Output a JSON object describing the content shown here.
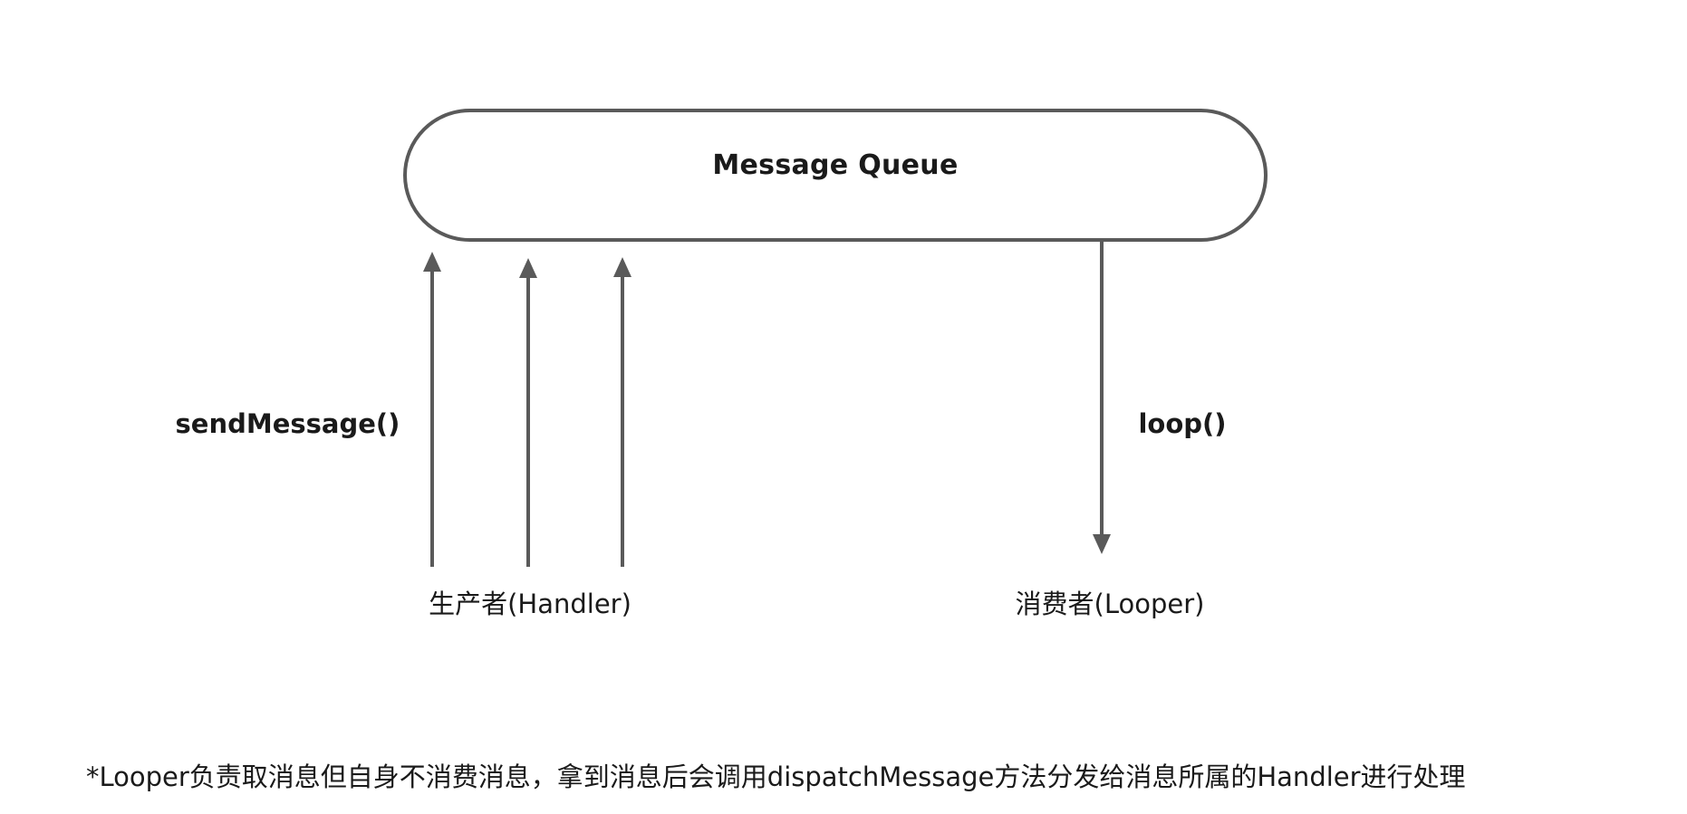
{
  "queue": {
    "label": "Message Queue"
  },
  "producer": {
    "label": "生产者(Handler)",
    "edge_label": "sendMessage()",
    "arrow_count": 3
  },
  "consumer": {
    "label": "消费者(Looper)",
    "edge_label": "loop()"
  },
  "footnote": "*Looper负责取消息但自身不消费消息，拿到消息后会调用dispatchMessage方法分发给消息所属的Handler进行处理",
  "colors": {
    "stroke": "#5a5a5a",
    "text": "#1a1a1a",
    "background": "#ffffff"
  }
}
